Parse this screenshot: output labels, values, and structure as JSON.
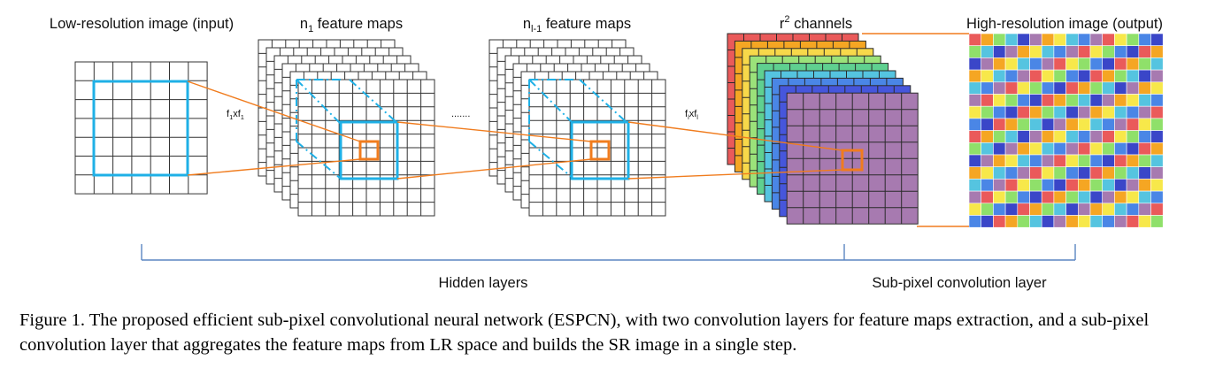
{
  "labels": {
    "lr_input": "Low-resolution image (input)",
    "n1_main": "n",
    "n1_sub": "1",
    "n1_rest": " feature maps",
    "nl_main": "n",
    "nl_sub": "l-1",
    "nl_rest": " feature maps",
    "r2_main": "r",
    "r2_sup": "2",
    "r2_rest": " channels",
    "hr_output": "High-resolution image (output)",
    "k1_a": "f",
    "k1_a_sub": "1",
    "k1_b": "xf",
    "k1_b_sub": "1",
    "kl_a": "f",
    "kl_a_sub": "l",
    "kl_b": "xf",
    "kl_b_sub": "l",
    "dots": ".......",
    "hidden_layers": "Hidden layers",
    "subpixel_layer": "Sub-pixel convolution layer"
  },
  "caption": "Figure 1. The proposed efficient sub-pixel convolutional neural network (ESPCN), with two convolution layers for feature maps extraction, and a sub-pixel convolution layer that aggregates the feature maps from LR space and builds the SR image in a single step.",
  "colors": {
    "grid": "#333333",
    "kernel_blue": "#1fb0e6",
    "accent_orange": "#f07c1e",
    "bracket": "#5b86c2",
    "r2_channels": [
      "#ea5a5a",
      "#f5a623",
      "#f7d84a",
      "#9be27a",
      "#5fd090",
      "#55c4e0",
      "#4a86e6",
      "#4656dc"
    ],
    "final_channel": "#a77ab0",
    "hr_palette": [
      "#ea5a5a",
      "#f5a623",
      "#f7e84a",
      "#8fe06a",
      "#55c4e0",
      "#4a86e6",
      "#3a46c8",
      "#a77ab0"
    ]
  }
}
